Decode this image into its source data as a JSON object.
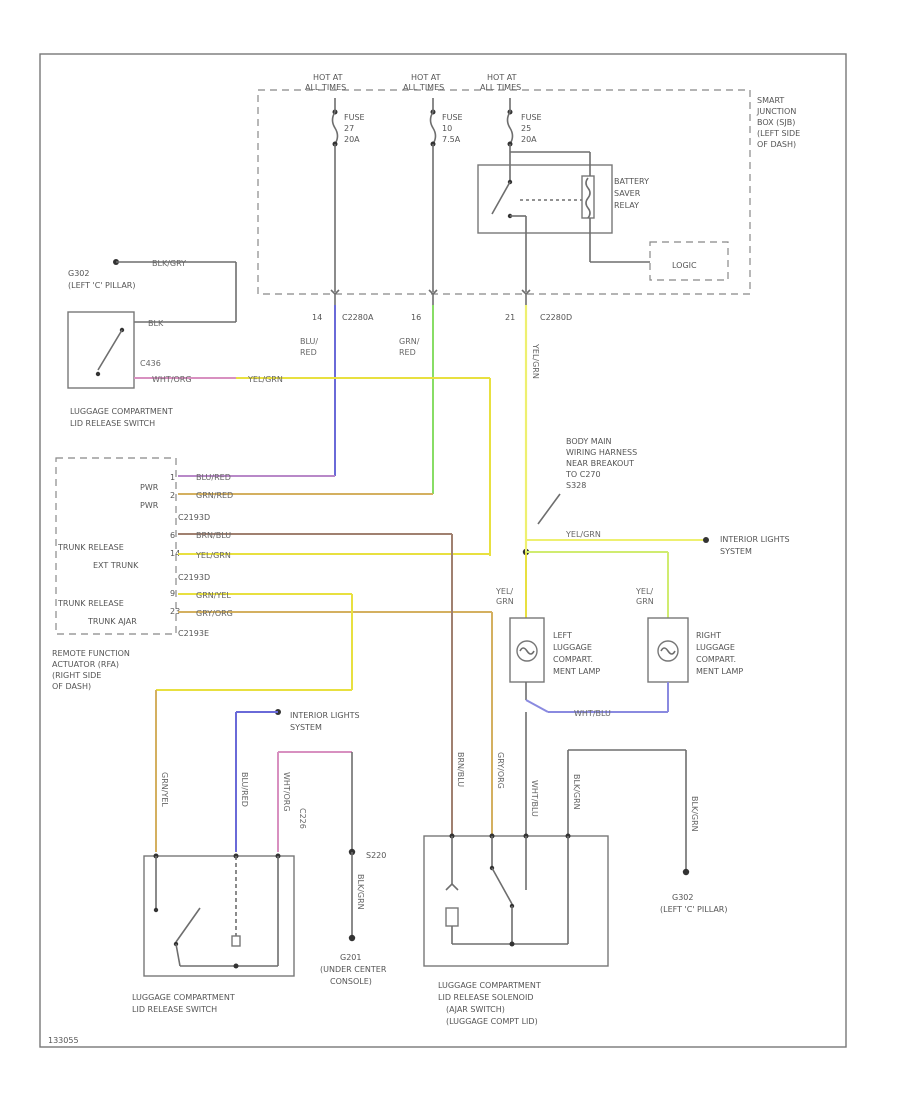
{
  "frame": {
    "id": "133055"
  },
  "sjb": {
    "title": [
      "SMART",
      "JUNCTION",
      "BOX (SJB)",
      "(LEFT SIDE",
      "OF DASH)"
    ],
    "hot_labels": [
      [
        "HOT AT",
        "ALL TIMES"
      ],
      [
        "HOT AT",
        "ALL TIMES"
      ],
      [
        "HOT AT",
        "ALL TIMES"
      ]
    ],
    "fuses": [
      [
        "FUSE",
        "27",
        "20A"
      ],
      [
        "FUSE",
        "10",
        "7.5A"
      ],
      [
        "FUSE",
        "25",
        "20A"
      ]
    ],
    "relay": [
      "BATTERY",
      "SAVER",
      "RELAY"
    ],
    "logic": "LOGIC",
    "pins": [
      "14",
      "16",
      "21"
    ],
    "connectors": [
      "C2280A",
      "C2280D"
    ]
  },
  "wires": {
    "blu_red": [
      "BLU/",
      "RED"
    ],
    "grn_red": [
      "GRN/",
      "RED"
    ],
    "yellow_vert": "YEL/GRN",
    "blk_ground": "BLK/GRY",
    "blk": "BLK",
    "wht_org": "WHT/ORG",
    "yel_grn": "YEL/GRN",
    "blu_red_h": "BLU/RED",
    "grn_red_h": "GRN/RED",
    "brn_blu": "BRN/BLU",
    "yel_grn_h": "YEL/GRN",
    "grn_yel": "GRN/YEL",
    "gry_org": "GRY/ORG",
    "yel_grn_int": "YEL/GRN",
    "yel_grn_lamp1": [
      "YEL/",
      "GRN"
    ],
    "yel_grn_lamp2": [
      "YEL/",
      "GRN"
    ],
    "wht_blu": "WHT/BLU",
    "grn_yel_v": "GRN/YEL",
    "blu_red_v": "BLU/RED",
    "wht_org_v": "WHT/ORG",
    "c226": "C226",
    "blk_s": "BLK/GRN",
    "brn_blu_v": "BRN/BLU",
    "gry_org_v": "GRY/ORG",
    "wht_blu_v": "WHT/BLU",
    "blk_grn_v": "BLK/GRN",
    "blk_grn_v2": "BLK/GRN"
  },
  "g302_top": [
    "G302",
    "(LEFT 'C' PILLAR)"
  ],
  "c4xx": "C436",
  "switch_top": [
    "LUGGAGE COMPARTMENT",
    "LID RELEASE SWITCH"
  ],
  "rfa": {
    "rows": [
      "PWR",
      "PWR",
      "C2193D",
      "TRUNK RELEASE",
      "EXT TRUNK",
      "C2193D",
      "TRUNK RELEASE",
      "TRUNK AJAR",
      "C2193E"
    ],
    "pins": [
      "1",
      "2",
      "6",
      "14",
      "9",
      "23"
    ],
    "title": [
      "REMOTE FUNCTION",
      "ACTUATOR (RFA)",
      "(RIGHT SIDE",
      "OF DASH)"
    ]
  },
  "splice": [
    "BODY MAIN",
    "WIRING HARNESS",
    "NEAR BREAKOUT",
    "TO C270",
    "S328"
  ],
  "interior_right": [
    "INTERIOR LIGHTS",
    "SYSTEM"
  ],
  "interior_mid": [
    "INTERIOR LIGHTS",
    "SYSTEM"
  ],
  "lamp_left": [
    "LEFT",
    "LUGGAGE",
    "COMPART.",
    "MENT LAMP"
  ],
  "lamp_right": [
    "RIGHT",
    "LUGGAGE",
    "COMPART.",
    "MENT LAMP"
  ],
  "s220": "S220",
  "g201": [
    "G201",
    "(UNDER CENTER",
    "CONSOLE)"
  ],
  "g302_bot": [
    "G302",
    "(LEFT 'C' PILLAR)"
  ],
  "switch_bot": [
    "LUGGAGE COMPARTMENT",
    "LID RELEASE SWITCH"
  ],
  "solenoid": [
    "LUGGAGE COMPARTMENT",
    "LID RELEASE SOLENOID",
    "(AJAR SWITCH)",
    "(LUGGAGE COMPT LID)"
  ],
  "colors": {
    "blue": "#6a6ad8",
    "green": "#88dd66",
    "yellow": "#e8e040",
    "yellow_lt": "#eef070",
    "orange": "#d4b060",
    "brown": "#a08070",
    "purple": "#b888c8",
    "pink": "#d890c0",
    "gray": "#6e6e6e"
  }
}
